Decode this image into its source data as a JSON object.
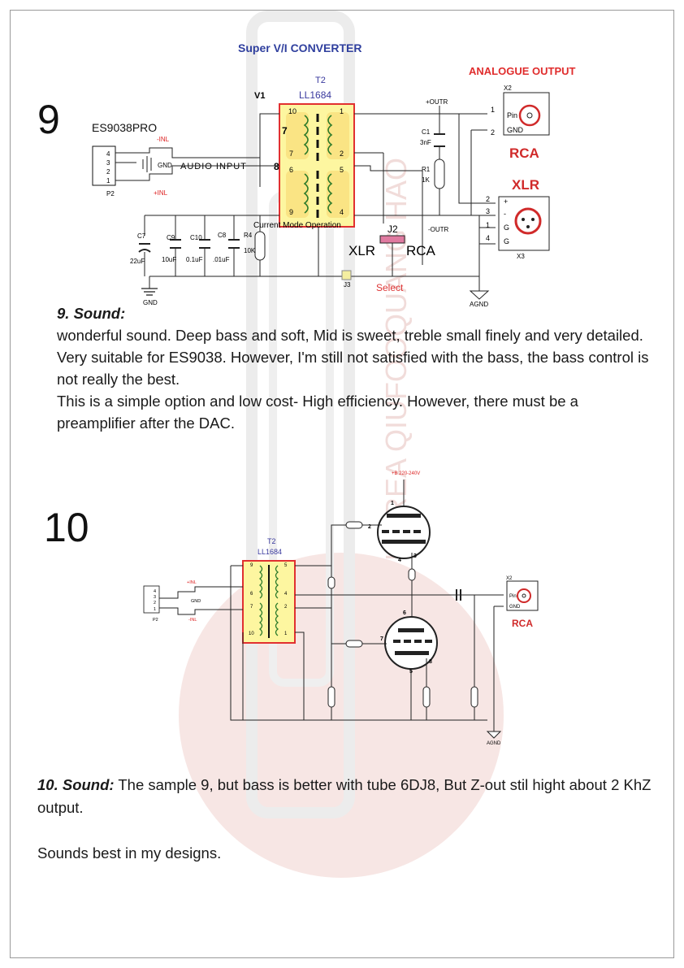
{
  "watermark": {
    "text": "HDREA QIUFOOQUANG HAO"
  },
  "section9": {
    "number": "9",
    "title": "Super V/I CONVERTER",
    "output_title": "ANALOGUE OUTPUT",
    "chip": "ES9038PRO",
    "audio_input": "AUDIO INPUT",
    "v1": "V1",
    "t2": "T2",
    "transformer": "LL1684",
    "current_mode": "Current Mode Operation",
    "inl_neg": "-INL",
    "inl_pos": "+INL",
    "gnd": "GND",
    "p2": "P2",
    "c7": "C7",
    "c7_val": "22uF",
    "c9": "C9",
    "c9_val": "10uF",
    "c10": "C10",
    "c10_val": "0.1uF",
    "c8": "C8",
    "c8_val": ".01uF",
    "r4": "R4",
    "r4_val": "10K",
    "c1": "C1",
    "c1_val": "3nF",
    "r1": "R1",
    "r1_val": "1K",
    "outr_pos": "+OUTR",
    "outr_neg": "-OUTR",
    "x2": "X2",
    "x3": "X3",
    "rca": "RCA",
    "xlr": "XLR",
    "pin": "Pin",
    "j2": "J2",
    "j3": "J3",
    "select": "Select",
    "agnd": "AGND",
    "gnd_label": "GND",
    "pins_left": [
      "10",
      "7",
      "6",
      "9"
    ],
    "pins_right": [
      "1",
      "2",
      "5",
      "4"
    ],
    "winding_7": "7",
    "winding_8": "8",
    "p2_pins": [
      "4",
      "3",
      "2",
      "1"
    ],
    "xlr_pins": [
      "2",
      "3",
      "1",
      "4"
    ],
    "xlr_pin_labels": [
      "+",
      "-",
      "G",
      "G"
    ],
    "rca_pins": [
      "1",
      "2"
    ],
    "rca_pin_label": "GND"
  },
  "sound9": {
    "heading": "9. Sound:",
    "lines": [
      "wonderful sound. Deep bass and soft, Mid is sweet, treble small finely and very detailed.",
      "Very suitable for ES9038. However, I'm still not satisfied with the bass, the bass control is not really the best.",
      "This is a simple option and low cost- High efficiency. However, there must be a preamplifier after the DAC."
    ]
  },
  "section10": {
    "number": "10",
    "t2": "T2",
    "transformer": "LL1684",
    "supply": "+B 220-240V",
    "p2": "P2",
    "inl_pos": "+INL",
    "inl_neg": "-INL",
    "gnd": "GND",
    "x2": "X2",
    "rca": "RCA",
    "pin": "Pin",
    "agnd": "AGND",
    "pins_left": [
      "9",
      "6",
      "7",
      "10"
    ],
    "pins_right": [
      "5",
      "4",
      "2",
      "1"
    ],
    "tube_pins_top": [
      "1",
      "2",
      "3",
      "4"
    ],
    "tube_pins_bottom": [
      "6",
      "7",
      "5",
      "8"
    ],
    "p2_pins": [
      "4",
      "3",
      "2",
      "1"
    ]
  },
  "sound10": {
    "heading": "10. Sound:",
    "text": "  The sample 9, but bass is better with tube 6DJ8,  But Z-out stil hight about 2 KhZ output.",
    "closing": "Sounds best in my designs."
  }
}
